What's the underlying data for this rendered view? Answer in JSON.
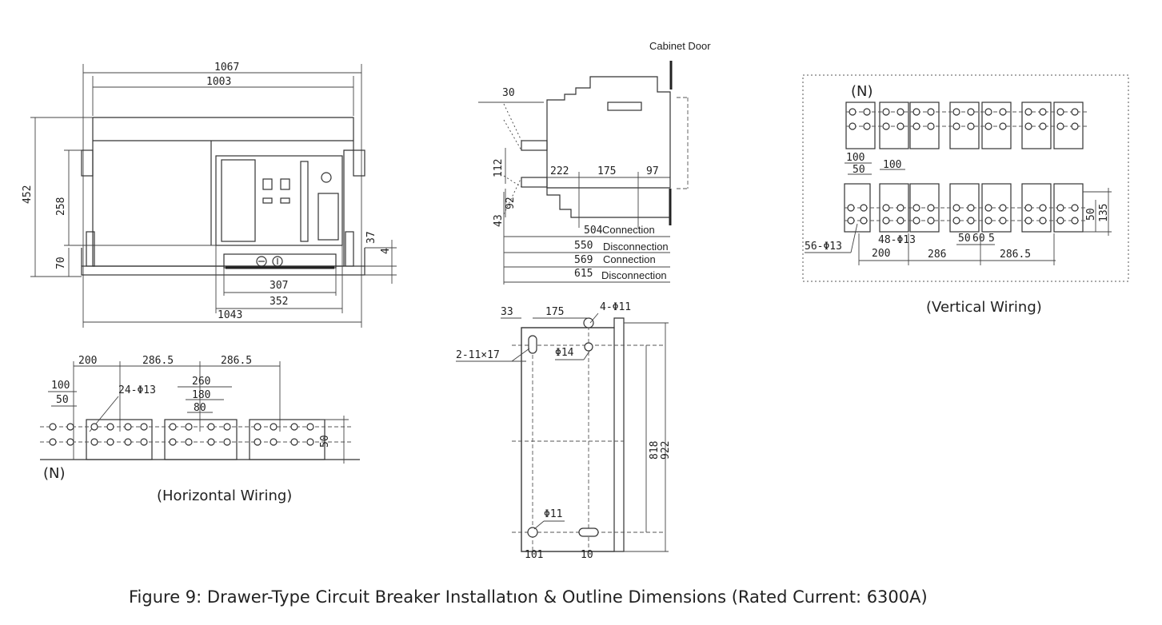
{
  "figure": {
    "caption": "Figure 9: Drawer-Type Circuit Breaker Installatıon & Outline Dimensions (Rated Current: 6300A)"
  },
  "front_view": {
    "dims": [
      "1067",
      "1003",
      "452",
      "258",
      "70",
      "37",
      "4",
      "307",
      "352",
      "1043"
    ]
  },
  "side_view": {
    "cabinet_door": "Cabinet Door",
    "dims": [
      "30",
      "112",
      "92",
      "43",
      "222",
      "175",
      "97"
    ],
    "positions": [
      {
        "value": "504",
        "label": "Connection"
      },
      {
        "value": "550",
        "label": "Disconnection"
      },
      {
        "value": "569",
        "label": "Connection"
      },
      {
        "value": "615",
        "label": "Disconnection"
      }
    ]
  },
  "mount_view": {
    "dims": [
      "33",
      "175",
      "4-Φ11",
      "2-11×17",
      "Φ14",
      "818",
      "922",
      "Φ11",
      "101",
      "10"
    ]
  },
  "horizontal_wiring": {
    "caption": "(Horizontal Wiring)",
    "neutral": "(N)",
    "dims": [
      "200",
      "286.5",
      "286.5",
      "100",
      "50",
      "24-Φ13",
      "260",
      "180",
      "80",
      "50"
    ]
  },
  "vertical_wiring": {
    "caption": "(Vertical Wiring)",
    "neutral": "(N)",
    "dims": [
      "100",
      "50",
      "100",
      "56-Φ13",
      "48-Φ13",
      "50",
      "60",
      "5",
      "200",
      "286",
      "286.5",
      "50",
      "135"
    ]
  }
}
